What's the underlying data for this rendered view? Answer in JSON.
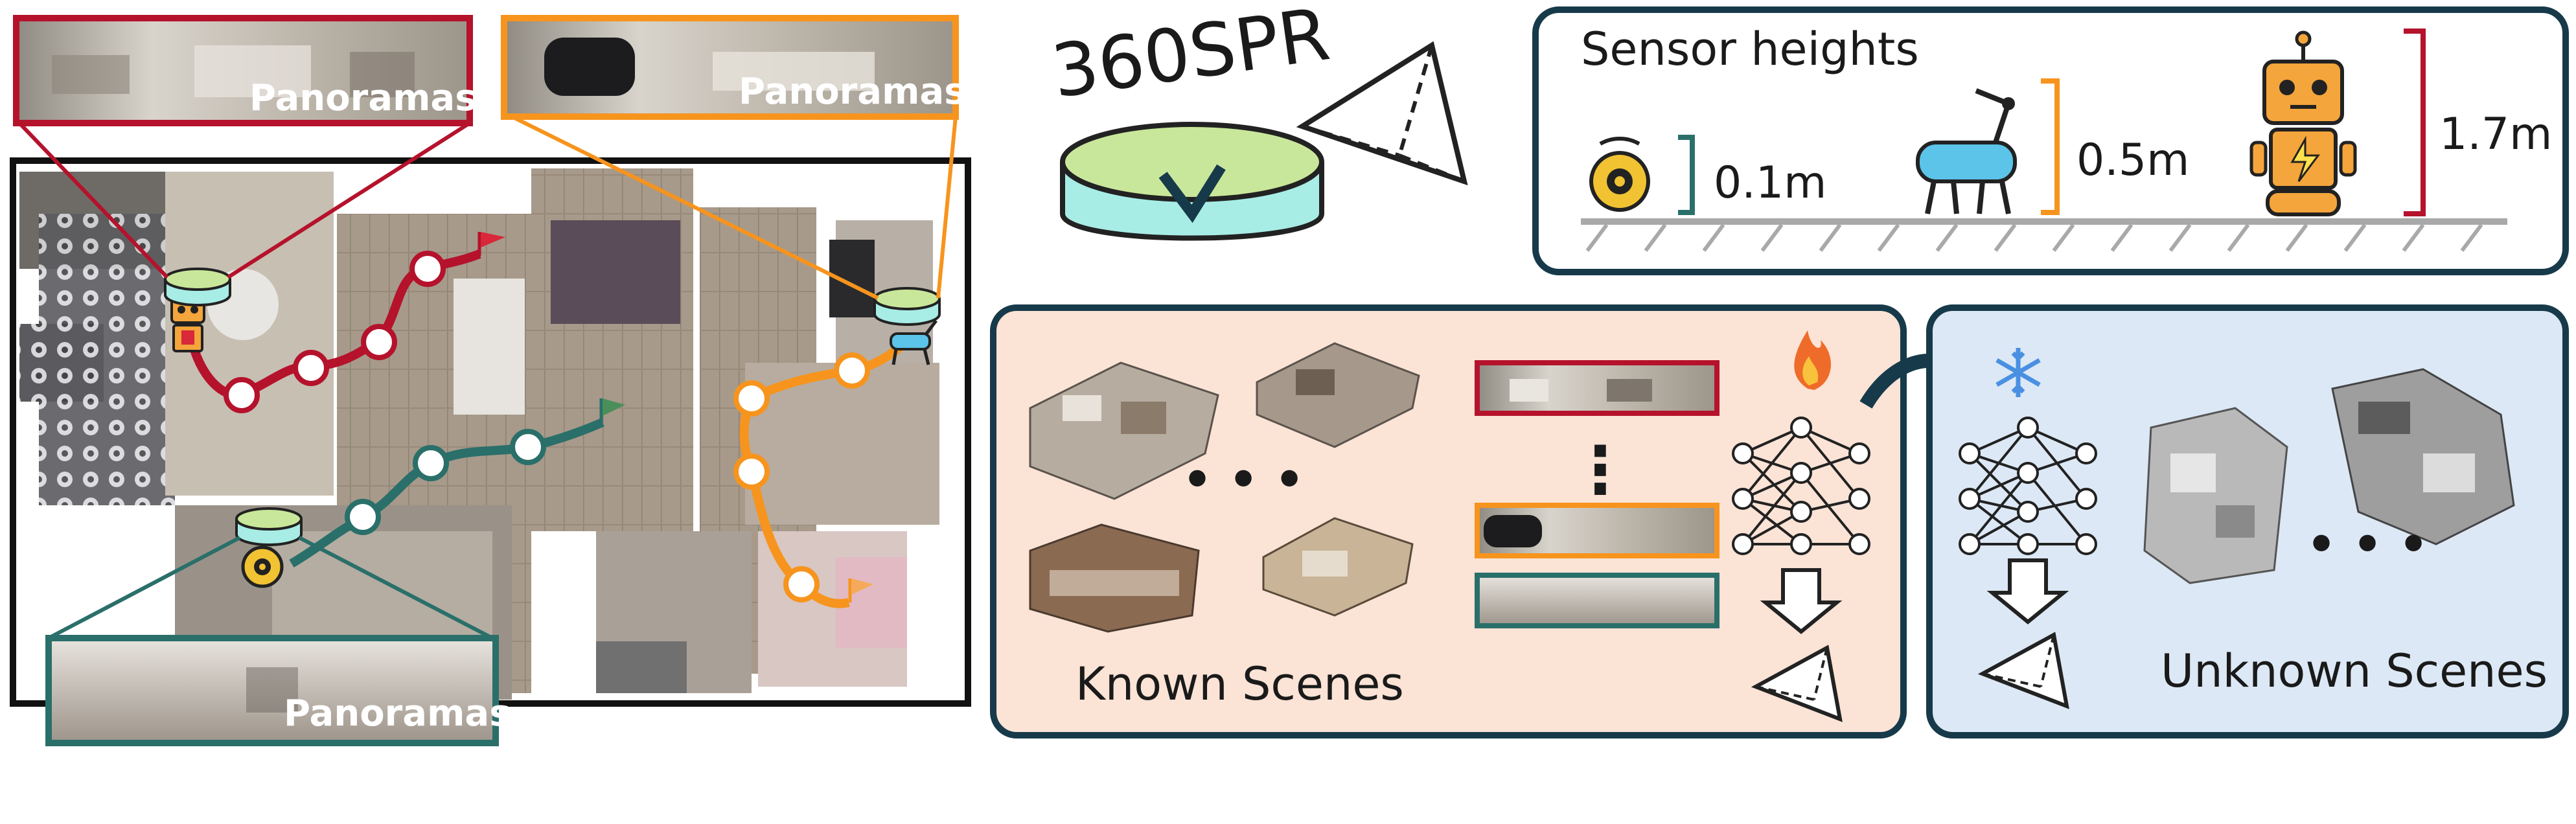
{
  "panoramas": {
    "red_label": "Panoramas",
    "orange_label": "Panoramas",
    "teal_label": "Panoramas"
  },
  "title": {
    "text": "360SPR"
  },
  "sensor_panel": {
    "title": "Sensor heights",
    "heights": [
      {
        "label": "0.1m",
        "value": 0.1,
        "device-icon": "robot-vacuum-icon"
      },
      {
        "label": "0.5m",
        "value": 0.5,
        "device-icon": "quadruped-robot-icon"
      },
      {
        "label": "1.7m",
        "value": 1.7,
        "device-icon": "humanoid-robot-icon"
      }
    ]
  },
  "known_panel": {
    "title": "Known Scenes",
    "ellipsis": "• • •",
    "vertical_ellipsis": "⋮"
  },
  "unknown_panel": {
    "title": "Unknown Scenes",
    "ellipsis": "• • •"
  },
  "colors": {
    "red": "#b5122c",
    "orange": "#f7941d",
    "teal": "#2a6f6a",
    "navy": "#173a4a",
    "known_bg": "#fbe3d6",
    "unknown_bg": "#dce8f5",
    "green_disk": "#c9e79a",
    "cyan": "#a8ece6"
  }
}
